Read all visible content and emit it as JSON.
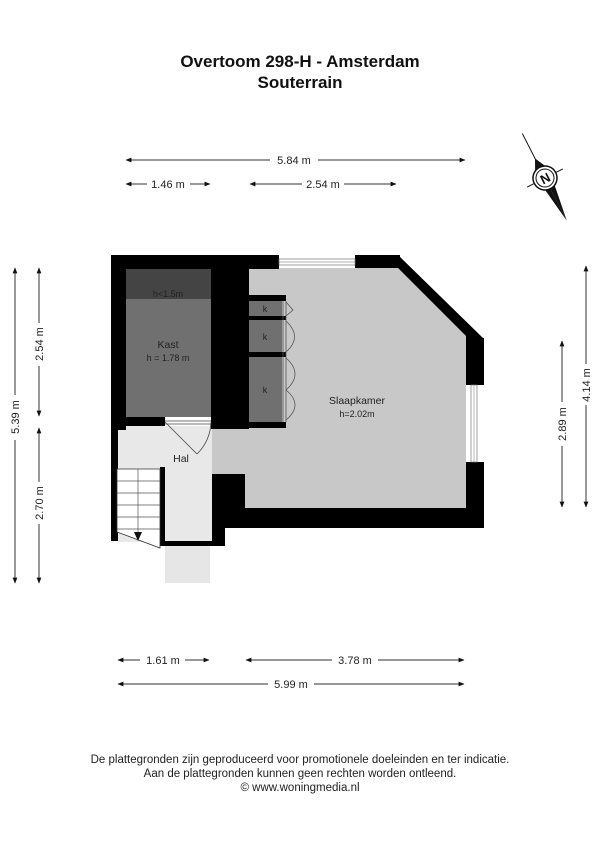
{
  "header": {
    "title": "Overtoom 298-H - Amsterdam",
    "floor": "Souterrain"
  },
  "compass": {
    "icon": "north-arrow-icon",
    "label": "N"
  },
  "dimensions": {
    "top_total": "5.84 m",
    "top_left": "1.46 m",
    "top_right": "2.54 m",
    "left_total": "5.39 m",
    "left_upper": "2.54 m",
    "left_lower": "2.70 m",
    "right_inner": "2.89 m",
    "right_outer": "4.14 m",
    "bottom_left": "1.61 m",
    "bottom_right": "3.78 m",
    "bottom_total": "5.99 m"
  },
  "rooms": {
    "kast": {
      "name": "Kast",
      "height": "h = 1.78 m",
      "low_zone": "h<1.5m"
    },
    "slaapkamer": {
      "name": "Slaapkamer",
      "height": "h=2.02m"
    },
    "hal": {
      "name": "Hal"
    },
    "closets": [
      "k",
      "k",
      "k"
    ]
  },
  "colors": {
    "wall": "#000000",
    "slaapkamer_floor": "#c8c8c8",
    "hal_floor": "#e8e8e8",
    "kast_floor": "#6e6e6e",
    "kast_low": "#444444",
    "closet_floor": "#707070"
  },
  "footer": {
    "line1": "De plattegronden zijn geproduceerd voor promotionele doeleinden en ter indicatie.",
    "line2": "Aan de plattegronden kunnen geen rechten worden ontleend.",
    "line3": "© www.woningmedia.nl"
  }
}
